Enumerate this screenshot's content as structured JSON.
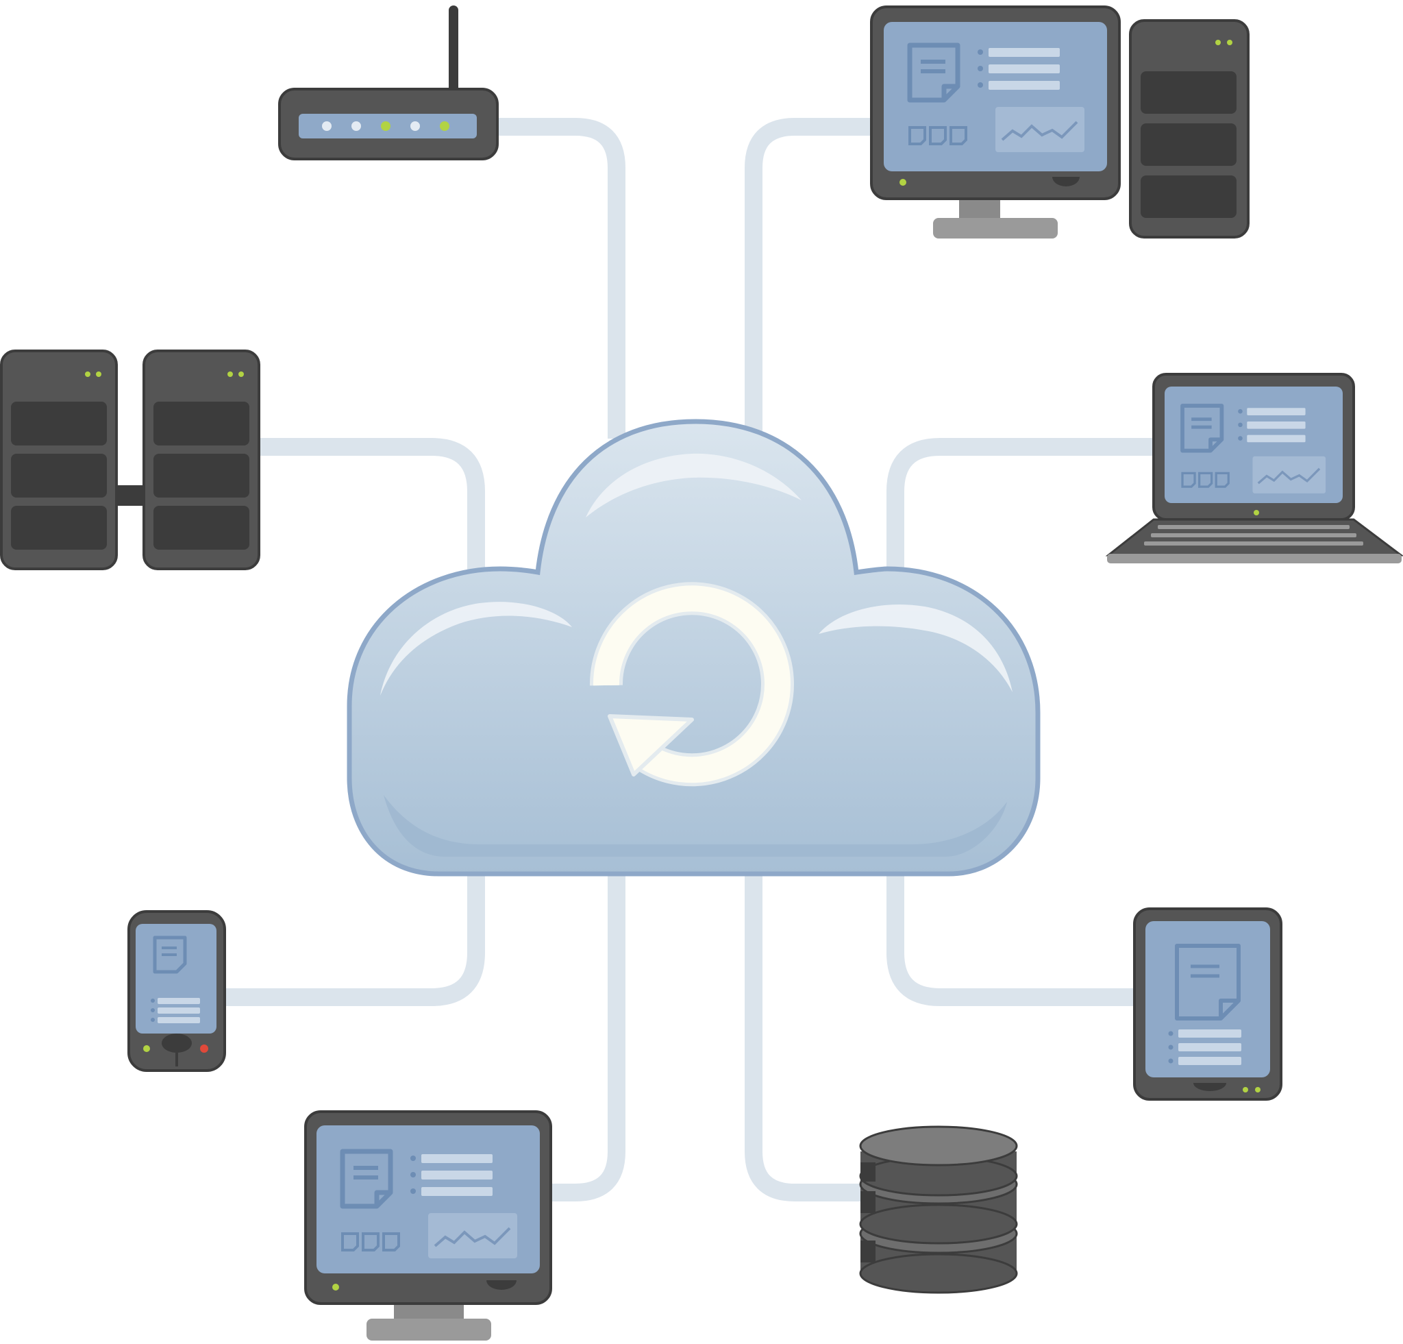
{
  "diagram": {
    "hub": {
      "name": "cloud",
      "icon": "sync-icon"
    },
    "nodes": [
      {
        "id": "router",
        "icon": "router-icon"
      },
      {
        "id": "desktop-top",
        "icon": "desktop-computer-icon"
      },
      {
        "id": "server-pair",
        "icon": "server-rack-icon"
      },
      {
        "id": "laptop",
        "icon": "laptop-icon"
      },
      {
        "id": "phone",
        "icon": "smartphone-icon"
      },
      {
        "id": "tablet",
        "icon": "tablet-icon"
      },
      {
        "id": "monitor-bottom",
        "icon": "monitor-icon"
      },
      {
        "id": "database",
        "icon": "database-icon"
      }
    ],
    "colors": {
      "device_body": "#555555",
      "device_dark": "#3c3c3c",
      "screen": "#8fa9c8",
      "screen_line": "#7b97bb",
      "cloud_fill": "#c5d5e3",
      "cloud_stroke": "#8ea8c8",
      "connector": "#dbe4ec",
      "led_green": "#b2d343",
      "led_red": "#e0493a",
      "stand": "#9a9a9a"
    }
  }
}
